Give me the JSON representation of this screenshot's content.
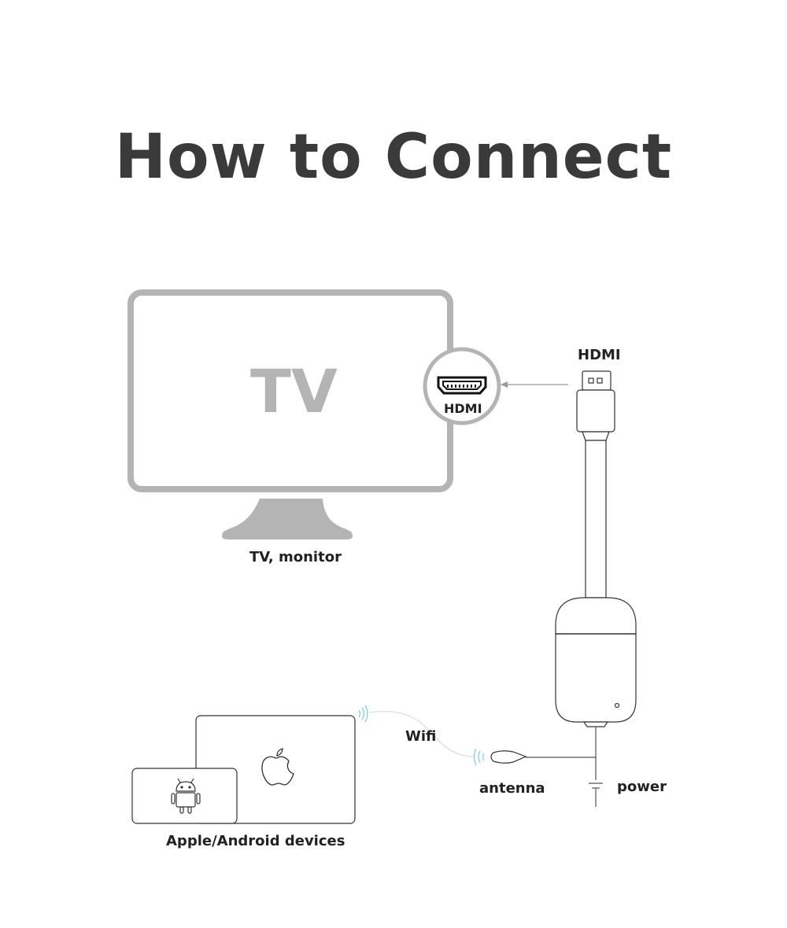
{
  "title": "How to Connect",
  "tv": {
    "screen_text": "TV",
    "port_label": "HDMI",
    "caption": "TV, monitor"
  },
  "dongle": {
    "plug_label": "HDMI",
    "antenna_label": "antenna",
    "power_label": "power"
  },
  "wifi_label": "Wifi",
  "devices": {
    "caption": "Apple/Android devices",
    "android_icon": "android-icon",
    "apple_icon": "apple-icon"
  },
  "colors": {
    "title": "#3a3a3a",
    "tv_gray": "#b4b4b4",
    "line": "#333333",
    "wifi_blue": "#7fcbea"
  }
}
